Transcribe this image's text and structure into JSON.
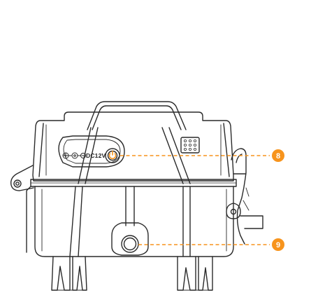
{
  "diagram": {
    "port_label": "DC12V",
    "callouts": [
      {
        "number": "8"
      },
      {
        "number": "9"
      }
    ],
    "accent_color": "#f7941d",
    "line_color": "#2a2a2a"
  }
}
